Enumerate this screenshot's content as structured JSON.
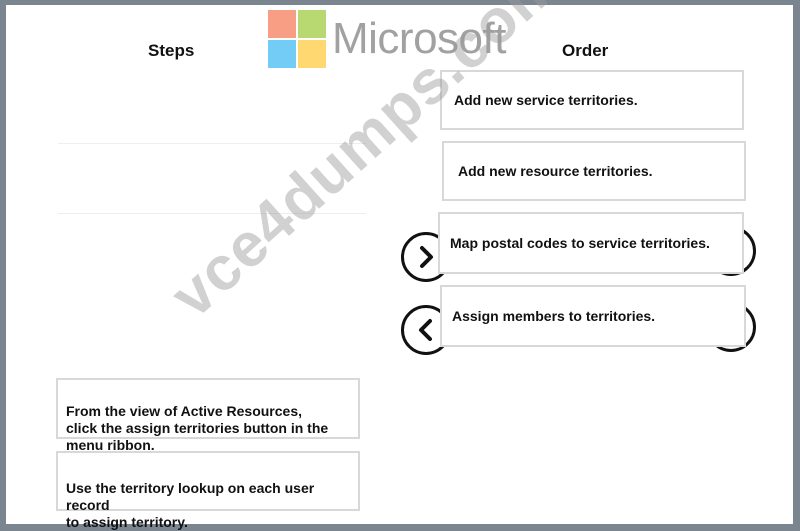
{
  "headings": {
    "steps": "Steps",
    "order": "Order"
  },
  "logo": {
    "text": "Microsoft",
    "colors": [
      "#f25022",
      "#7fba00",
      "#00a4ef",
      "#ffb900"
    ]
  },
  "watermark": "vce4dumps.com",
  "order_items": [
    {
      "label": "Add new service territories."
    },
    {
      "label": "Add new resource territories."
    },
    {
      "label": "Map postal codes to service territories."
    },
    {
      "label": "Assign members to territories."
    }
  ],
  "step_items": [
    {
      "label": "From the view of Active Resources,\nclick the assign territories button in the\nmenu ribbon."
    },
    {
      "label": "Use the territory lookup on each user record\n to assign territory."
    }
  ],
  "buttons": {
    "move_right_icon": "chevron-right-icon",
    "move_left_icon": "chevron-left-icon"
  }
}
